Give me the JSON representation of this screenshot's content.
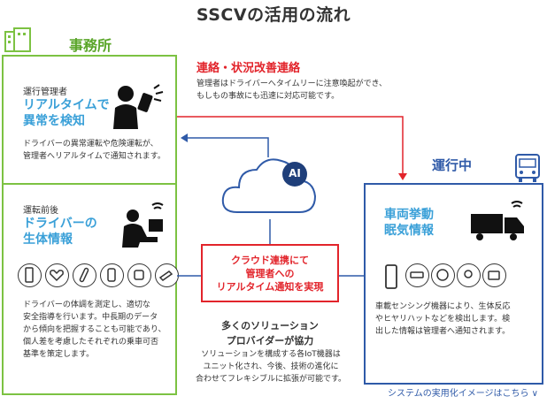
{
  "title": "SSCVの活用の流れ",
  "office": {
    "title": "事務所",
    "manager_label": "運行管理者",
    "realtime_heading": [
      "リアルタイムで",
      "異常を検知"
    ],
    "realtime_body": [
      "ドライバーの異常運転や危険運転が、",
      "管理者へリアルタイムで通知されます。"
    ],
    "predrive_label": "運転前後",
    "bio_heading": [
      "ドライバーの",
      "生体情報"
    ],
    "bio_body": [
      "ドライバーの体調を測定し、適切な",
      "安全指導を行います。中長期のデータ",
      "から傾向を把握することも可能であり、",
      "個人差を考慮したそれぞれの乗車可否",
      "基準を策定します。"
    ]
  },
  "contact": {
    "title": "連絡・状況改善連絡",
    "body": [
      "管理者はドライバーへタイムリーに注意喚起ができ、",
      "もしもの事故にも迅速に対応可能です。"
    ]
  },
  "cloud": {
    "ai_label": "AI",
    "box_lines": [
      "クラウド連携にて",
      "管理者への",
      "リアルタイム通知を実現"
    ]
  },
  "provider": {
    "title": [
      "多くのソリューション",
      "プロバイダーが協力"
    ],
    "body": [
      "ソリューションを構成する各IoT機器は",
      "ユニット化され、今後、技術の進化に",
      "合わせてフレキシブルに拡張が可能です。"
    ]
  },
  "running": {
    "title": "運行中",
    "heading": [
      "車両挙動",
      "眠気情報"
    ],
    "body": [
      "車載センシング機器により、生体反応",
      "やヒヤリハットなどを検出します。検",
      "出した情報は管理者へ通知されます。"
    ]
  },
  "link_text": "システムの実用化イメージはこちら ∨",
  "colors": {
    "green": "#7cc242",
    "blue": "#2f5aa8",
    "red": "#e2242b",
    "cyan": "#3aa0d8"
  }
}
